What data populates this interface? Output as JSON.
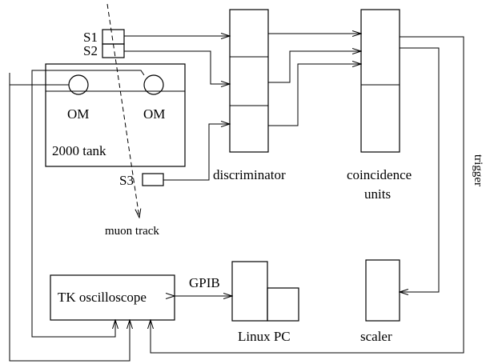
{
  "labels": {
    "s1": "S1",
    "s2": "S2",
    "s3": "S3",
    "om_left": "OM",
    "om_right": "OM",
    "tank": "2000 tank",
    "muon_track": "muon track",
    "discriminator": "discriminator",
    "coincidence_line1": "coincidence",
    "coincidence_line2": "units",
    "trigger": "trigger",
    "oscilloscope": "TK oscilloscope",
    "gpib": "GPIB",
    "linux_pc": "Linux PC",
    "scaler": "scaler"
  },
  "colors": {
    "stroke": "#000000",
    "background": "#ffffff"
  }
}
